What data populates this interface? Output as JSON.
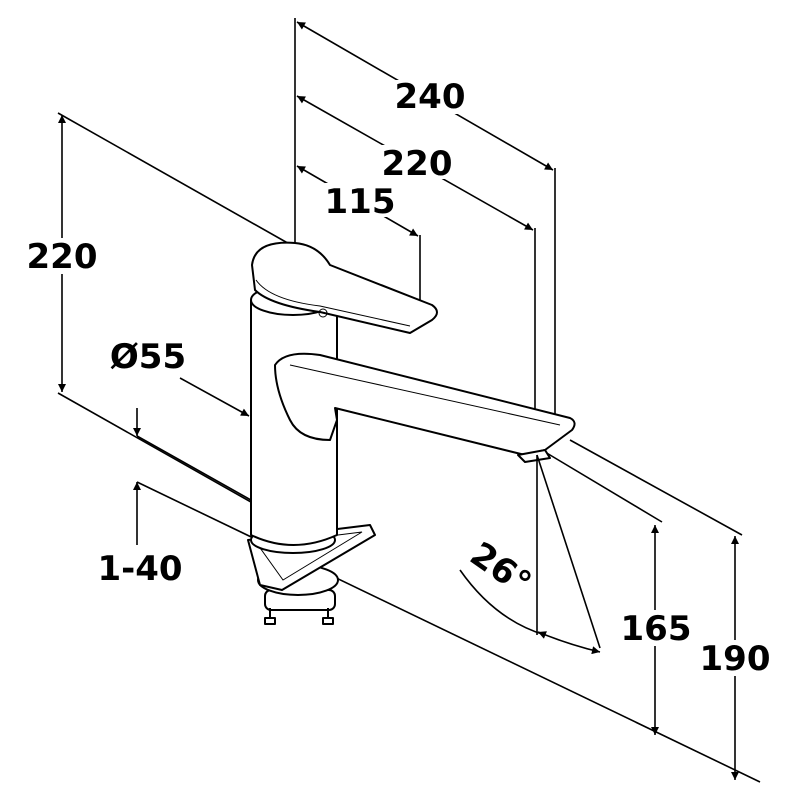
{
  "title": "Faucet dimension drawing",
  "dimensions": {
    "overall_length": "240",
    "spout_reach": "220",
    "lever_reach": "115",
    "total_height": "220",
    "body_diameter": "Ø55",
    "deck_thickness": "1-40",
    "spout_angle": "26°",
    "outlet_height": "165",
    "spout_top_height": "190"
  },
  "colors": {
    "line": "#000000",
    "background": "#ffffff"
  }
}
